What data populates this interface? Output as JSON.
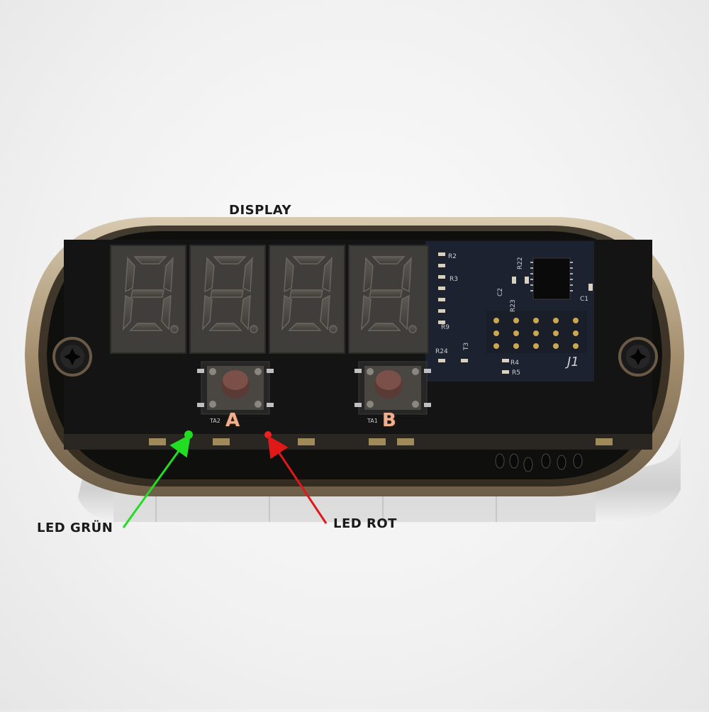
{
  "labels": {
    "display": "DISPLAY",
    "button_a": "A",
    "button_b": "B",
    "led_green": "LED GRÜN",
    "led_red": "LED ROT"
  },
  "silkscreen": {
    "ta2": "TA2",
    "ta1": "TA1",
    "j1": "J1",
    "r2": "R2",
    "r3": "R3",
    "r9": "R9",
    "r24": "R24",
    "r22": "R22",
    "r23": "R23",
    "r4": "R4",
    "r5": "R5",
    "c1": "C1",
    "c2": "C2",
    "t3": "T3"
  },
  "display_digits": [
    "8",
    "8",
    "8",
    "8"
  ],
  "colors": {
    "led_green": "#22dd22",
    "led_red": "#ee2020",
    "arrow_green": "#22dd22",
    "arrow_red": "#e01818",
    "label_button": "#f0b090",
    "pcb": "#151515",
    "housing": "#b8a486"
  }
}
